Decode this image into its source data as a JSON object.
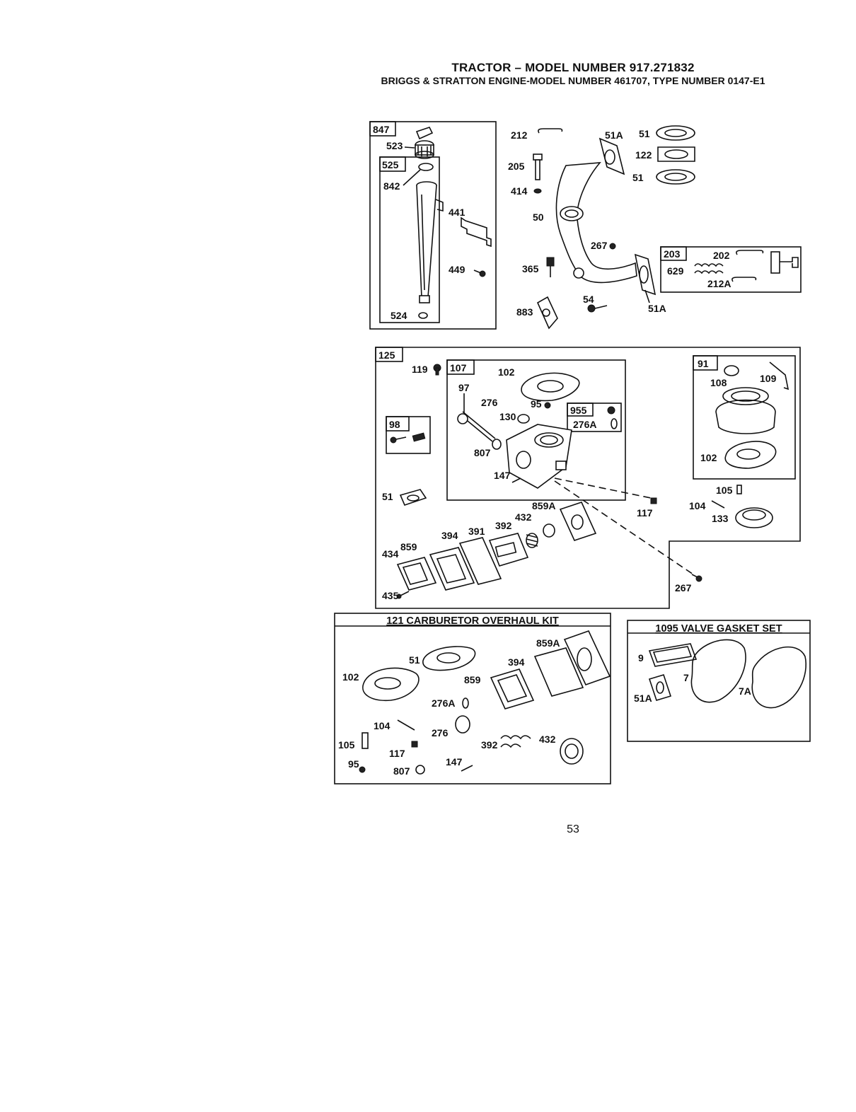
{
  "header": {
    "title": "TRACTOR – MODEL NUMBER 917.271832",
    "subtitle": "BRIGGS & STRATTON ENGINE-MODEL NUMBER 461707, TYPE NUMBER 0147-E1"
  },
  "page_number": "53",
  "kits": {
    "carburetor_overhaul": "121 CARBURETOR OVERHAUL KIT",
    "valve_gasket": "1095 VALVE GASKET SET"
  },
  "boxes": {
    "dipstick_tube": "847",
    "dipstick_sub": "525",
    "muffler_ring": "203",
    "carburetor": "125",
    "carb_body": "107",
    "screw_pair": "98",
    "shaft_seal": "955",
    "float_bowl": "91"
  },
  "callouts": {
    "c523": "523",
    "c842": "842",
    "c441": "441",
    "c449": "449",
    "c524": "524",
    "c212": "212",
    "c205": "205",
    "c414": "414",
    "c50": "50",
    "c365": "365",
    "c883": "883",
    "c54": "54",
    "c267a": "267",
    "c51Aa": "51A",
    "c51Ab": "51A",
    "c51a": "51",
    "c122": "122",
    "c51b": "51",
    "c202": "202",
    "c629": "629",
    "c212A": "212A",
    "c119": "119",
    "c102a": "102",
    "c97": "97",
    "c276": "276",
    "c95": "95",
    "c130": "130",
    "c276Aa": "276A",
    "c807": "807",
    "c147": "147",
    "c108": "108",
    "c109": "109",
    "c102b": "102",
    "c105": "105",
    "c104": "104",
    "c133": "133",
    "c117": "117",
    "c51c": "51",
    "c859A": "859A",
    "c432": "432",
    "c392": "392",
    "c391": "391",
    "c394": "394",
    "c859": "859",
    "c434": "434",
    "c435": "435",
    "c267b": "267",
    "k51": "51",
    "k102": "102",
    "k859A": "859A",
    "k394": "394",
    "k859": "859",
    "k276A": "276A",
    "k104": "104",
    "k276": "276",
    "k105": "105",
    "k117": "117",
    "k392": "392",
    "k432": "432",
    "k95": "95",
    "k807": "807",
    "k147": "147",
    "v9": "9",
    "v7": "7",
    "v7A": "7A",
    "v51A": "51A"
  }
}
